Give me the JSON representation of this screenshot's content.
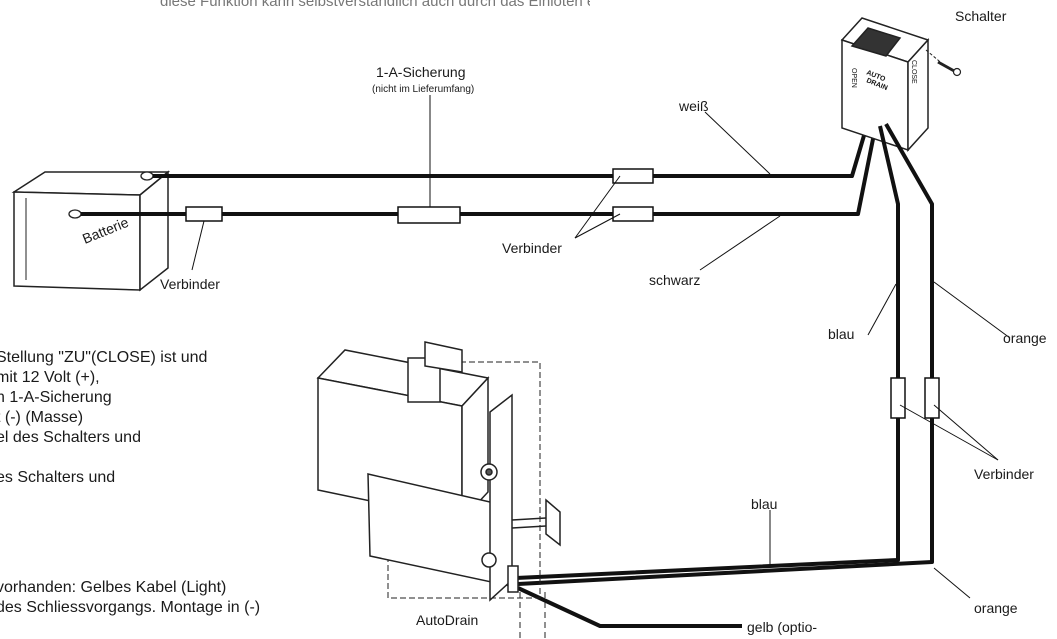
{
  "header_fragment": "diese Funktion kann selbstverständlich auch durch das Einlöten erreicht werden",
  "labels": {
    "schalter": "Schalter",
    "sicherung": "1-A-Sicherung",
    "sicherung_note": "(nicht im Lieferumfang)",
    "weiss": "weiß",
    "batterie": "Batterie",
    "verbinder_left": "Verbinder",
    "verbinder_mid": "Verbinder",
    "verbinder_right": "Verbinder",
    "schwarz": "schwarz",
    "blau_top": "blau",
    "orange_top": "orange",
    "blau_bottom": "blau",
    "orange_bottom": "orange",
    "autodrain": "AutoDrain",
    "gelb": "gelb (optio-",
    "switch_brand_1": "AUTO",
    "switch_brand_2": "DRAIN",
    "switch_open": "OPEN",
    "switch_close": "CLOSE"
  },
  "instructions": [
    "Stellung \"ZU\"(CLOSE) ist und",
    "mit 12 Volt (+),",
    "n 1-A-Sicherung",
    "t (-) (Masse)",
    "el des Schalters und",
    "",
    "es Schalters und",
    "",
    "vorhanden: Gelbes Kabel (Light)",
    "des Schliessvorgangs. Montage in (-)"
  ]
}
